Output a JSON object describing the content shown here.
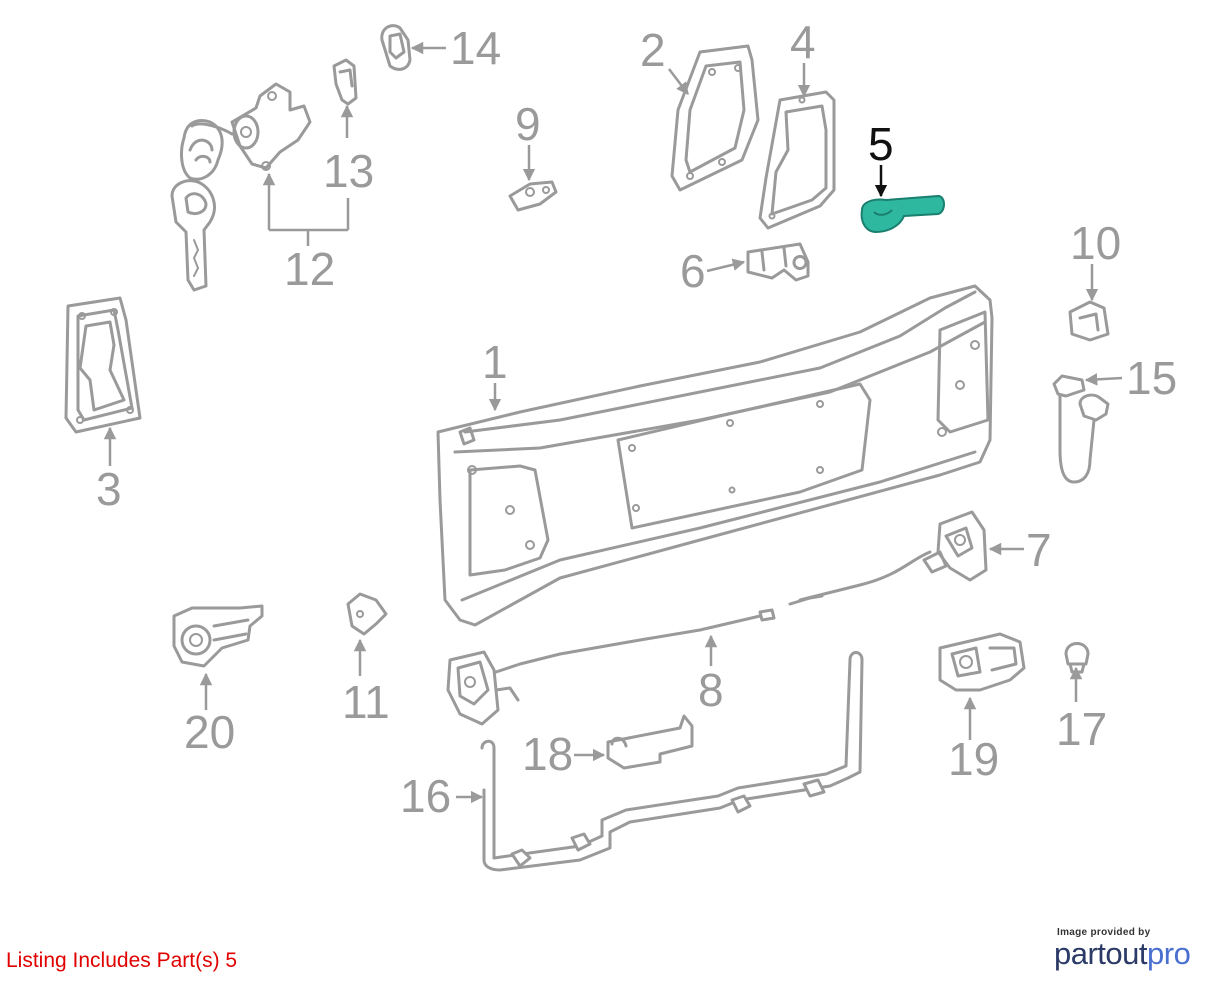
{
  "diagram": {
    "callouts": [
      {
        "id": "1",
        "label": "1"
      },
      {
        "id": "2",
        "label": "2"
      },
      {
        "id": "3",
        "label": "3"
      },
      {
        "id": "4",
        "label": "4"
      },
      {
        "id": "5",
        "label": "5",
        "highlighted": true
      },
      {
        "id": "6",
        "label": "6"
      },
      {
        "id": "7",
        "label": "7"
      },
      {
        "id": "8",
        "label": "8"
      },
      {
        "id": "9",
        "label": "9"
      },
      {
        "id": "10",
        "label": "10"
      },
      {
        "id": "11",
        "label": "11"
      },
      {
        "id": "12",
        "label": "12"
      },
      {
        "id": "13",
        "label": "13"
      },
      {
        "id": "14",
        "label": "14"
      },
      {
        "id": "15",
        "label": "15"
      },
      {
        "id": "16",
        "label": "16"
      },
      {
        "id": "17",
        "label": "17"
      },
      {
        "id": "18",
        "label": "18"
      },
      {
        "id": "19",
        "label": "19"
      },
      {
        "id": "20",
        "label": "20"
      }
    ],
    "colors": {
      "line": "#9a9a9a",
      "highlight_fill": "#2fb8a0",
      "highlight_label": "#111111",
      "note": "#e00000",
      "brand_dark": "#2b3a67",
      "brand_light": "#4a6fd0"
    }
  },
  "footer": {
    "listing_note": "Listing Includes Part(s) 5",
    "credit_caption": "Image provided by",
    "credit_brand_main": "partout",
    "credit_brand_accent": "pro"
  }
}
